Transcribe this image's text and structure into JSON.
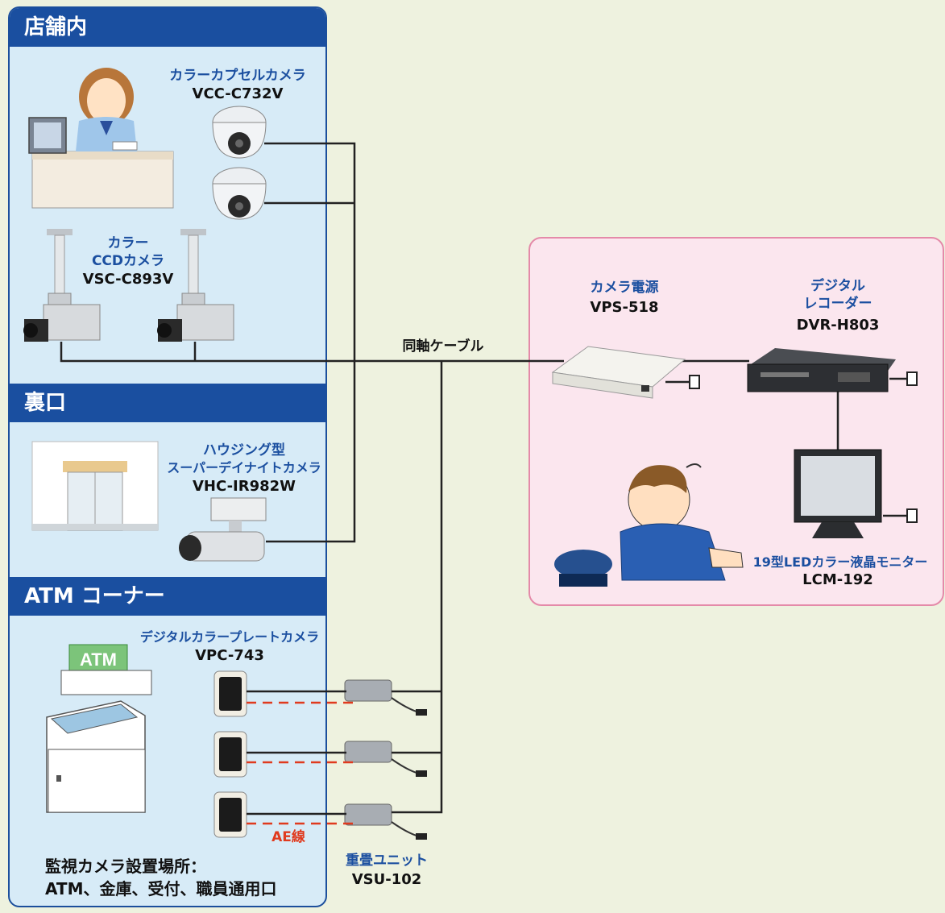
{
  "sections": {
    "store": "店舗内",
    "back": "裏口",
    "atm": "ATM コーナー"
  },
  "devices": {
    "capsule": {
      "name": "カラーカプセルカメラ",
      "model": "VCC-C732V"
    },
    "ccd": {
      "name_line1": "カラー",
      "name_line2": "CCDカメラ",
      "model": "VSC-C893V"
    },
    "housing": {
      "name_line1": "ハウジング型",
      "name_line2": "スーパーデイナイトカメラ",
      "model": "VHC-IR982W"
    },
    "plate": {
      "name": "デジタルカラープレートカメラ",
      "model": "VPC-743"
    },
    "power": {
      "name": "カメラ電源",
      "model": "VPS-518"
    },
    "recorder": {
      "name_line1": "デジタル",
      "name_line2": "レコーダー",
      "model": "DVR-H803"
    },
    "monitor": {
      "name": "19型LEDカラー液晶モニター",
      "model": "LCM-192"
    },
    "overlay": {
      "name": "重畳ユニット",
      "model": "VSU-102"
    }
  },
  "cable_label": "同軸ケーブル",
  "ae_label": "AE線",
  "atm_sign": "ATM",
  "locations": {
    "title": "監視カメラ設置場所：",
    "list": "ATM、金庫、受付、職員通用口"
  },
  "colors": {
    "header_blue": "#1a4fa0",
    "label_blue": "#1b4fa0",
    "left_panel": "#d7ebf7",
    "right_panel": "#fbe6ee",
    "ae_red": "#e03a1e",
    "atm_green": "#7cc47a"
  }
}
